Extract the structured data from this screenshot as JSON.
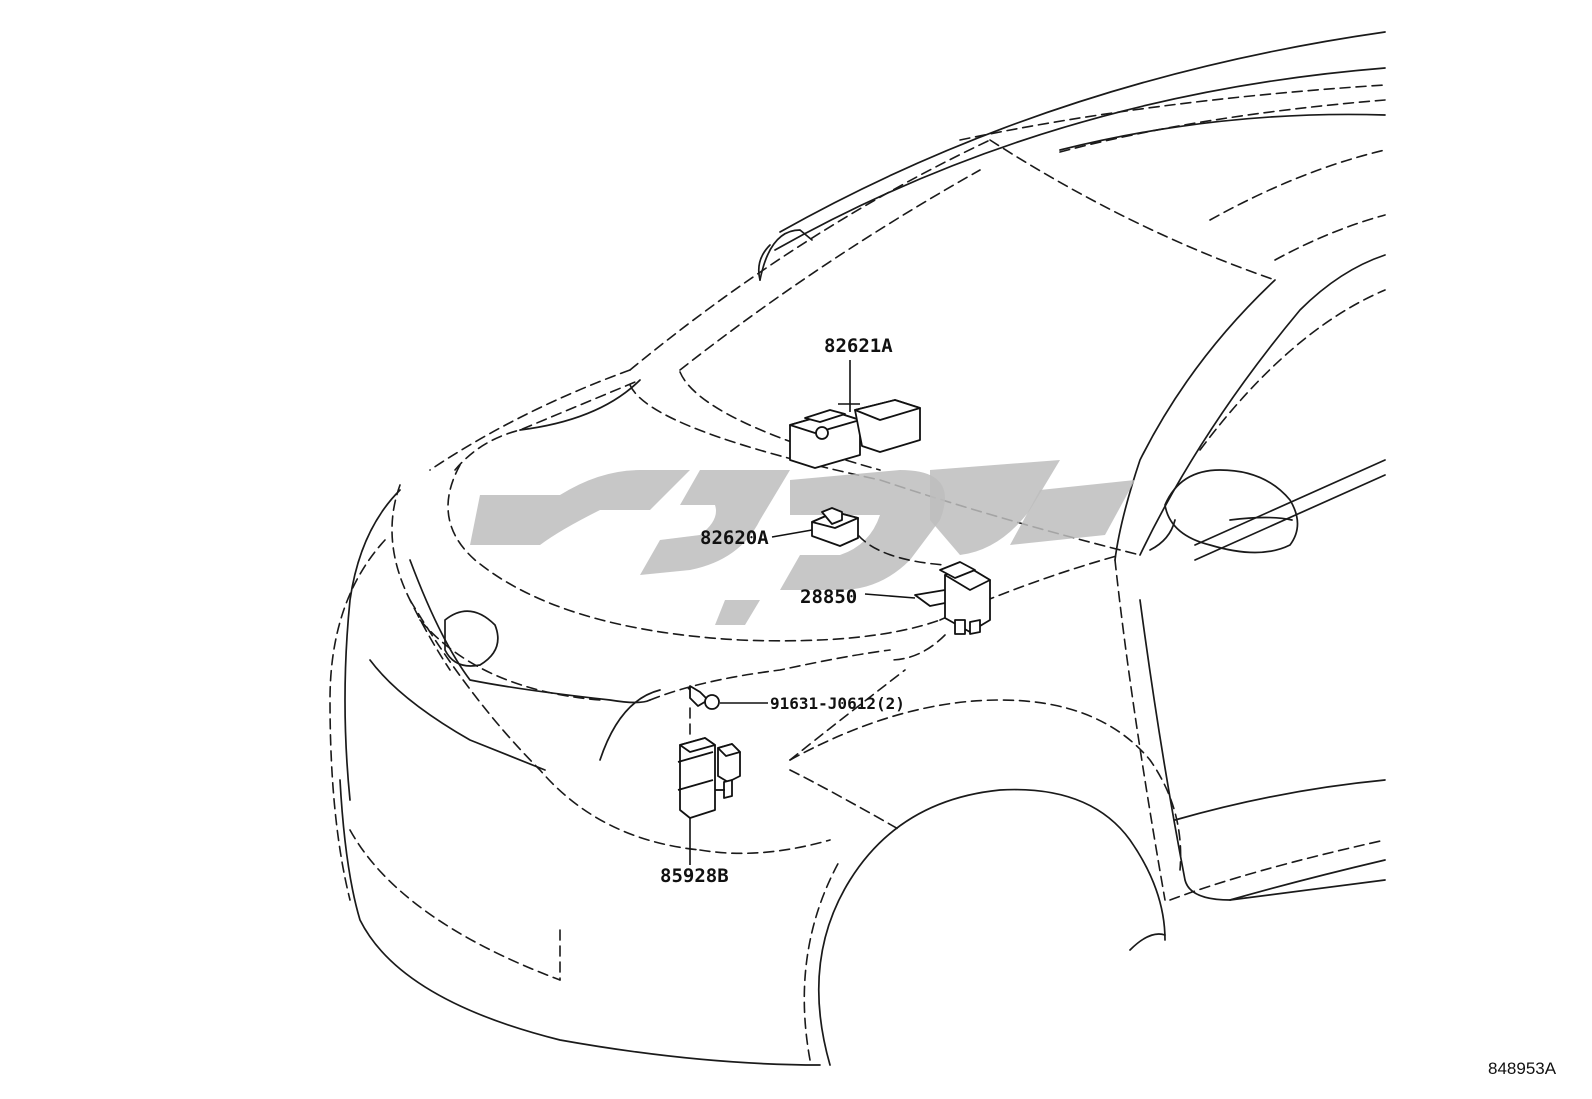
{
  "diagram_id": "848953A",
  "parts": {
    "p82621A": "82621A",
    "p82620A": "82620A",
    "p28850": "28850",
    "p91631": "91631-J0612(2)",
    "p85928B": "85928B"
  },
  "colors": {
    "line": "#1a1a1a",
    "background": "#ffffff",
    "watermark": "#bdbdbd"
  }
}
